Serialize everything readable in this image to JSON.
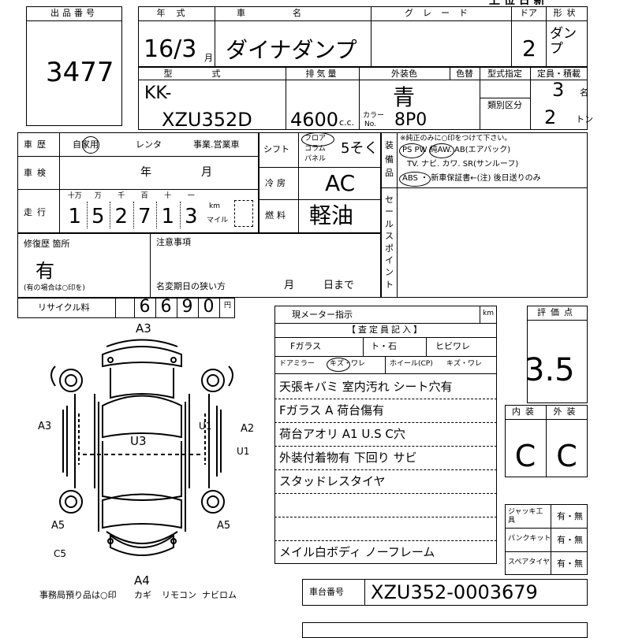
{
  "header": {
    "lot_label": "出品番号",
    "lot_number": "3477",
    "year_label": "年式",
    "year_value": "16/3",
    "year_month_unit": "月",
    "car_name_label": "車名",
    "car_name_value": "ダイナダンプ",
    "grade_label": "グレード",
    "doors_label": "ドア",
    "doors_value": "2",
    "shape_label": "形状",
    "shape_value": "ダンプ",
    "top_right_cut": "上 位 日 新"
  },
  "model_row": {
    "model_label": "型式",
    "model_prefix": "KK-",
    "model_value": "XZU352D",
    "displacement_label": "排気量",
    "displacement_value": "4600",
    "displacement_unit": "c.c.",
    "color_label": "外装色",
    "color_value": "青",
    "color_no_label_1": "カラー",
    "color_no_label_2": "No.",
    "color_no_value": "8P0",
    "trim_label": "色替",
    "type_designation_label": "型式指定",
    "class_label": "類別区分",
    "capacity_label": "定員・積載",
    "capacity_persons": "3",
    "capacity_persons_unit": "名",
    "capacity_tons": "2",
    "capacity_tons_unit": "トン"
  },
  "history": {
    "history_label": "車歴",
    "private_use": "自家用",
    "rental": "レンタ",
    "business": "事業.営業車",
    "inspection_label": "車検",
    "year_unit": "年",
    "month_unit": "月",
    "mileage_label": "走行",
    "digit_headers": [
      "十万",
      "万",
      "千",
      "百",
      "十",
      "一"
    ],
    "mileage_digits": [
      "1",
      "5",
      "2",
      "7",
      "1",
      "3"
    ],
    "km_label": "km",
    "mile_label": "マイル"
  },
  "specs": {
    "shift_label": "シフト",
    "shift_options": [
      "フロア",
      "コラム",
      "パネル"
    ],
    "shift_value": "5そく",
    "ac_label": "冷房",
    "ac_value": "AC",
    "fuel_label": "燃料",
    "fuel_value": "軽油"
  },
  "equipment": {
    "equip_label": "装備品",
    "note": "※純正のみに○印をつけて下さい。",
    "line1": "PS PW 純AW. AB(エアバック)",
    "line2": "TV. ナビ. カワ. SR(サンルーフ)",
    "line3": "ABS ・ 新車保証書←(注) 後日送りのみ",
    "sales_point_label": "セールスポイント"
  },
  "repair": {
    "repair_label": "修復歴 箇所",
    "repair_value": "有",
    "repair_note": "(有の場合は○印を)",
    "notes_label": "注意事項",
    "name_change_label": "名変期日の狭い方",
    "month_unit": "月",
    "day_unit": "日まで"
  },
  "recycle": {
    "label": "リサイクル料",
    "digits": [
      "6",
      "6",
      "9",
      "0"
    ],
    "unit": "円"
  },
  "inspector": {
    "meter_label": "現メーター指示",
    "meter_unit": "km",
    "inspector_label": "【査定員記入】",
    "glass_label": "Fガラス",
    "stone_label": "ト・石",
    "crack_label": "ヒビワレ",
    "mirror_label": "ドアミラー",
    "mirror_value": "キズ・ワレ",
    "wheel_label": "ホイール(CP)",
    "wheel_value": "キズ・ワレ",
    "comments": [
      "天張キバミ 室内汚れ シート穴有",
      "Fガラス A 荷台傷有",
      "荷台アオリ A1 U.S C穴",
      "外装付着物有 下回り サビ",
      "スタッドレスタイヤ",
      "",
      "",
      "メイル白ボディ ノーフレーム"
    ]
  },
  "evaluation": {
    "score_label": "評価点",
    "score_value": "3.5",
    "interior_label": "内装",
    "exterior_label": "外装",
    "interior_value": "C",
    "exterior_value": "C"
  },
  "tools": {
    "jack_label": "ジャッキ工具",
    "jack_value": "有・無",
    "puncture_label": "パンクキット",
    "puncture_value": "有・無",
    "spare_label": "スペアタイヤ",
    "spare_value": "有・無"
  },
  "diagram": {
    "marks": [
      "A3",
      "A3",
      "A2",
      "U1",
      "U3",
      "A5",
      "A5",
      "C5",
      "A4",
      "U1"
    ]
  },
  "footer": {
    "office_note": "事務局預り品は○印",
    "items": [
      "カギ",
      "リモコン",
      "ナビロム"
    ],
    "chassis_label": "車台番号",
    "chassis_value": "XZU352-0003679"
  }
}
